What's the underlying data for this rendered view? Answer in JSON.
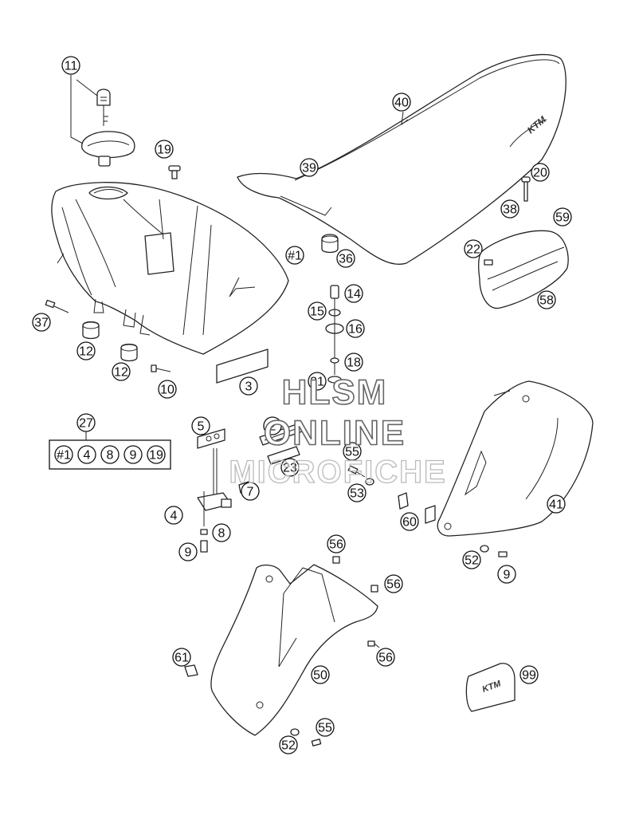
{
  "callouts": [
    {
      "id": "c11",
      "label": "11"
    },
    {
      "id": "c19a",
      "label": "19"
    },
    {
      "id": "c40",
      "label": "40"
    },
    {
      "id": "c39",
      "label": "39"
    },
    {
      "id": "c20",
      "label": "20"
    },
    {
      "id": "c38",
      "label": "38"
    },
    {
      "id": "c59",
      "label": "59"
    },
    {
      "id": "c22",
      "label": "22"
    },
    {
      "id": "c58",
      "label": "58"
    },
    {
      "id": "c36",
      "label": "36"
    },
    {
      "id": "c1a",
      "label": "#1"
    },
    {
      "id": "c14",
      "label": "14"
    },
    {
      "id": "c15",
      "label": "15"
    },
    {
      "id": "c16",
      "label": "16"
    },
    {
      "id": "c18",
      "label": "18"
    },
    {
      "id": "c21",
      "label": "21"
    },
    {
      "id": "c37",
      "label": "37"
    },
    {
      "id": "c12a",
      "label": "12"
    },
    {
      "id": "c12b",
      "label": "12"
    },
    {
      "id": "c10",
      "label": "10"
    },
    {
      "id": "c3",
      "label": "3"
    },
    {
      "id": "c27",
      "label": "27"
    },
    {
      "id": "c5",
      "label": "5"
    },
    {
      "id": "c2",
      "label": "2"
    },
    {
      "id": "c23",
      "label": "23"
    },
    {
      "id": "c55a",
      "label": "55"
    },
    {
      "id": "c53",
      "label": "53"
    },
    {
      "id": "c7",
      "label": "7"
    },
    {
      "id": "c4",
      "label": "4"
    },
    {
      "id": "c8",
      "label": "8"
    },
    {
      "id": "c9a",
      "label": "9"
    },
    {
      "id": "c60",
      "label": "60"
    },
    {
      "id": "c41",
      "label": "41"
    },
    {
      "id": "c52a",
      "label": "52"
    },
    {
      "id": "c9b",
      "label": "9"
    },
    {
      "id": "c56a",
      "label": "56"
    },
    {
      "id": "c56b",
      "label": "56"
    },
    {
      "id": "c56c",
      "label": "56"
    },
    {
      "id": "c61",
      "label": "61"
    },
    {
      "id": "c50",
      "label": "50"
    },
    {
      "id": "c99",
      "label": "99"
    },
    {
      "id": "c55b",
      "label": "55"
    },
    {
      "id": "c52b",
      "label": "52"
    }
  ],
  "kit": {
    "label": "27",
    "members": [
      "#1",
      "4",
      "8",
      "9",
      "19"
    ]
  },
  "watermark": {
    "line1": "HLSM",
    "line2": "ONLINE",
    "line3": "MICROFICHE"
  }
}
